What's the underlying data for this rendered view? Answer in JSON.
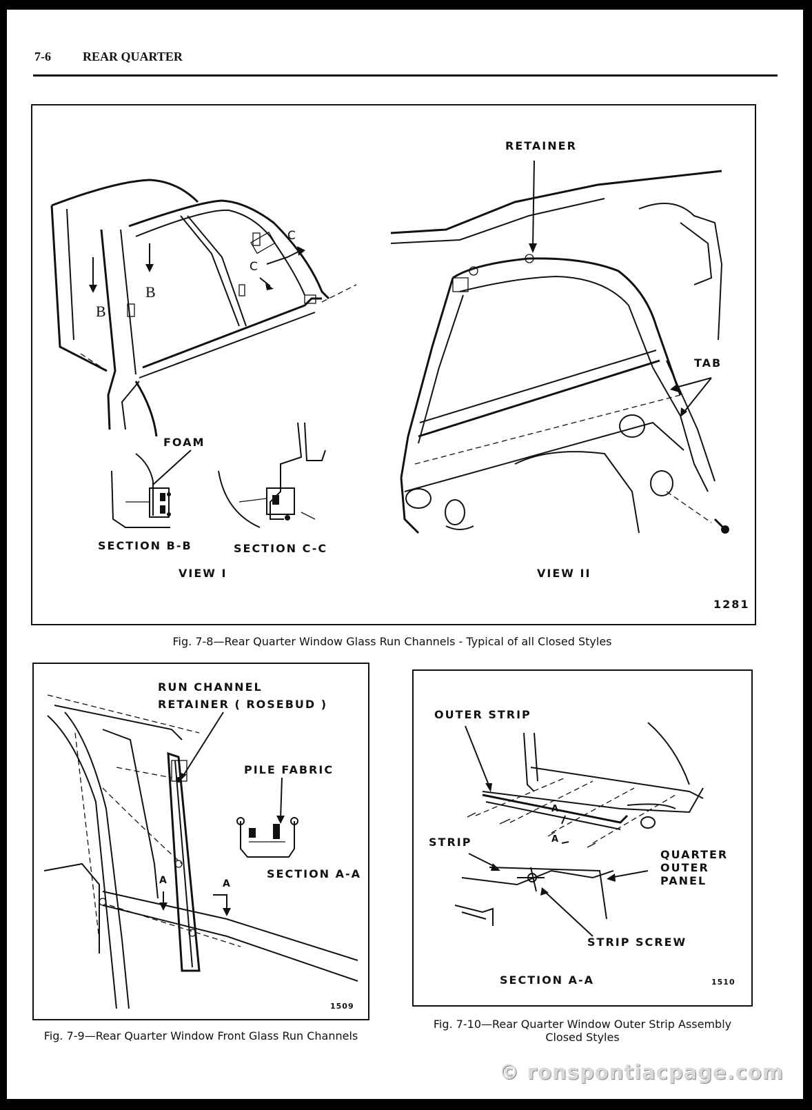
{
  "header": {
    "page_number": "7-6",
    "section": "REAR QUARTER"
  },
  "fig78": {
    "labels": {
      "retainer": "RETAINER",
      "tab": "TAB",
      "foam": "FOAM",
      "b1": "B",
      "b2": "B",
      "c1": "C",
      "c2": "C",
      "section_bb": "SECTION B-B",
      "section_cc": "SECTION C-C",
      "view1": "VIEW I",
      "view2": "VIEW II",
      "number": "1281"
    },
    "caption": "Fig. 7-8—Rear Quarter Window Glass Run Channels - Typical of all Closed Styles"
  },
  "fig79": {
    "labels": {
      "run_channel": "RUN CHANNEL",
      "retainer": "RETAINER ( ROSEBUD )",
      "pile_fabric": "PILE FABRIC",
      "section_aa": "SECTION A-A",
      "a1": "A",
      "a2": "A",
      "number": "1509"
    },
    "caption": "Fig. 7-9—Rear Quarter Window Front Glass Run Channels"
  },
  "fig710": {
    "labels": {
      "outer_strip": "OUTER STRIP",
      "strip": "STRIP",
      "quarter_line1": "QUARTER",
      "quarter_line2": "OUTER",
      "quarter_line3": "PANEL",
      "strip_screw": "STRIP SCREW",
      "section_aa": "SECTION A-A",
      "a1": "A",
      "a2": "A",
      "number": "1510"
    },
    "caption_line1": "Fig. 7-10—Rear Quarter Window Outer Strip Assembly",
    "caption_line2": "Closed Styles"
  },
  "watermark": "© ronspontiacpage.com"
}
